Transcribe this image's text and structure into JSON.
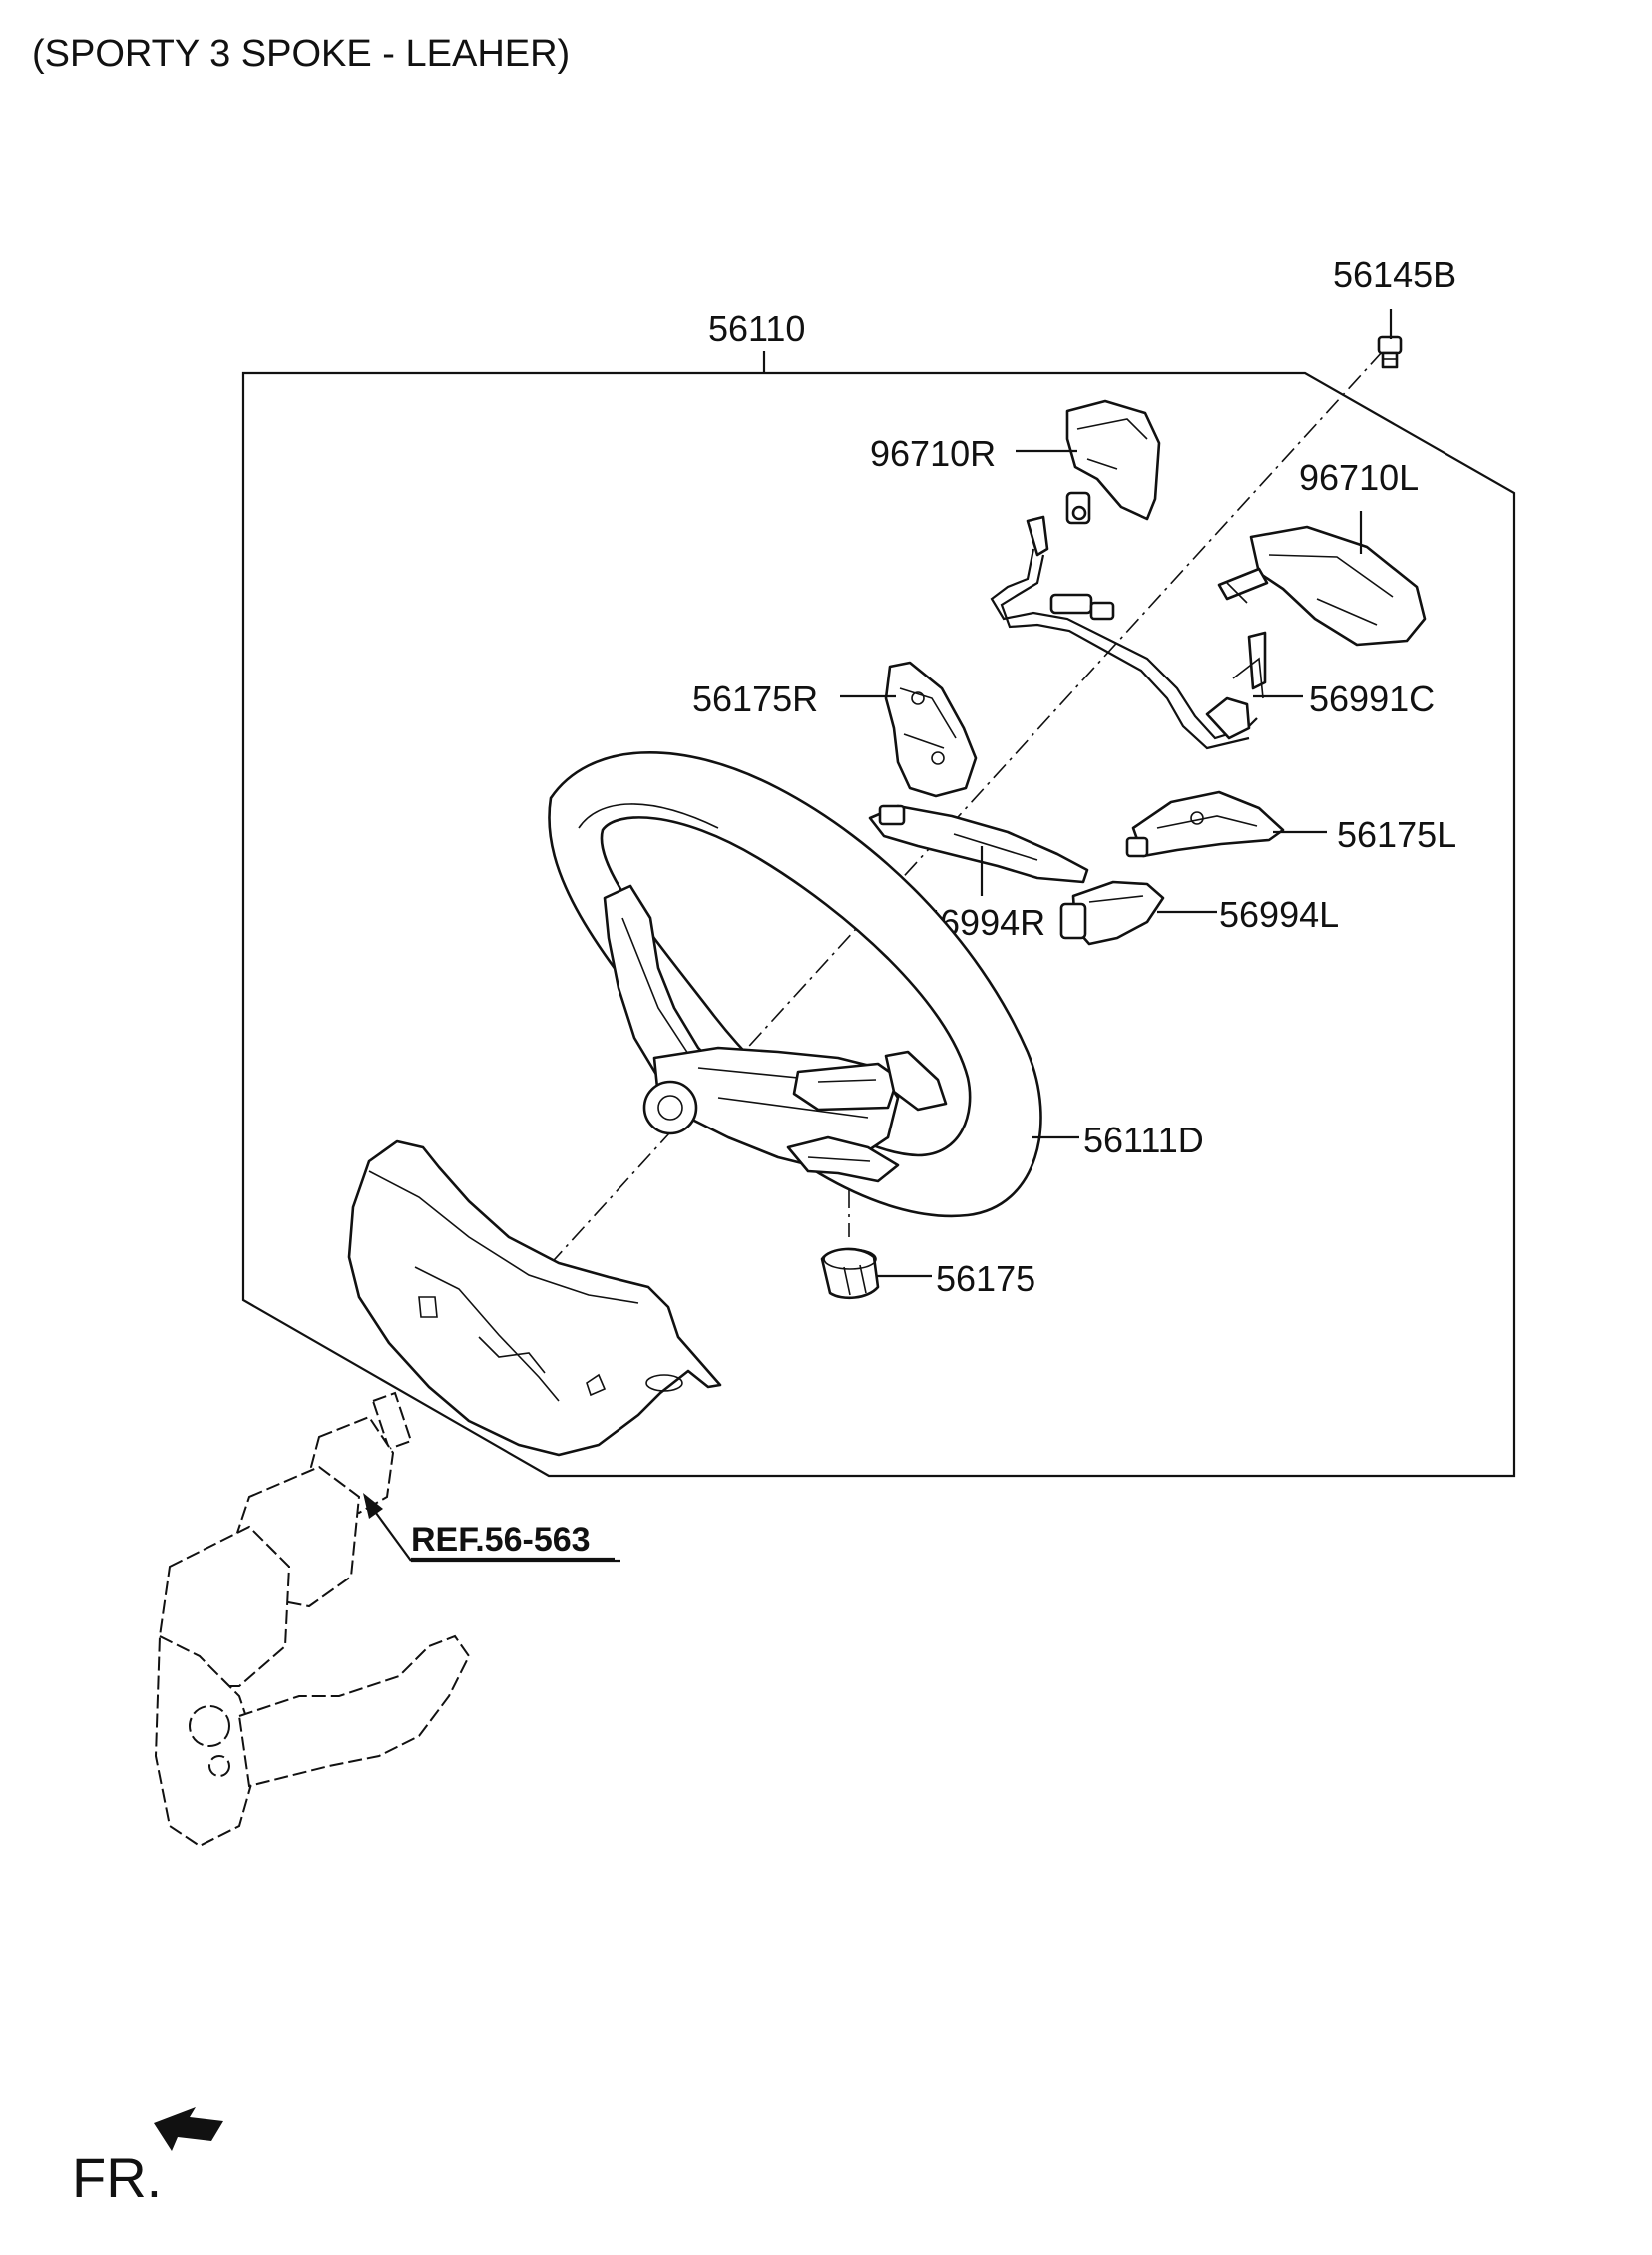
{
  "title": "(SPORTY 3 SPOKE - LEAHER)",
  "parts": {
    "p56145B": "56145B",
    "p56110": "56110",
    "p96710R": "96710R",
    "p96710L": "96710L",
    "p56175R": "56175R",
    "p56991C": "56991C",
    "p56175L": "56175L",
    "p56994R": "56994R",
    "p56994L": "56994L",
    "p56111D": "56111D",
    "p56175": "56175"
  },
  "reference": "REF.56-563",
  "direction_label": "FR."
}
